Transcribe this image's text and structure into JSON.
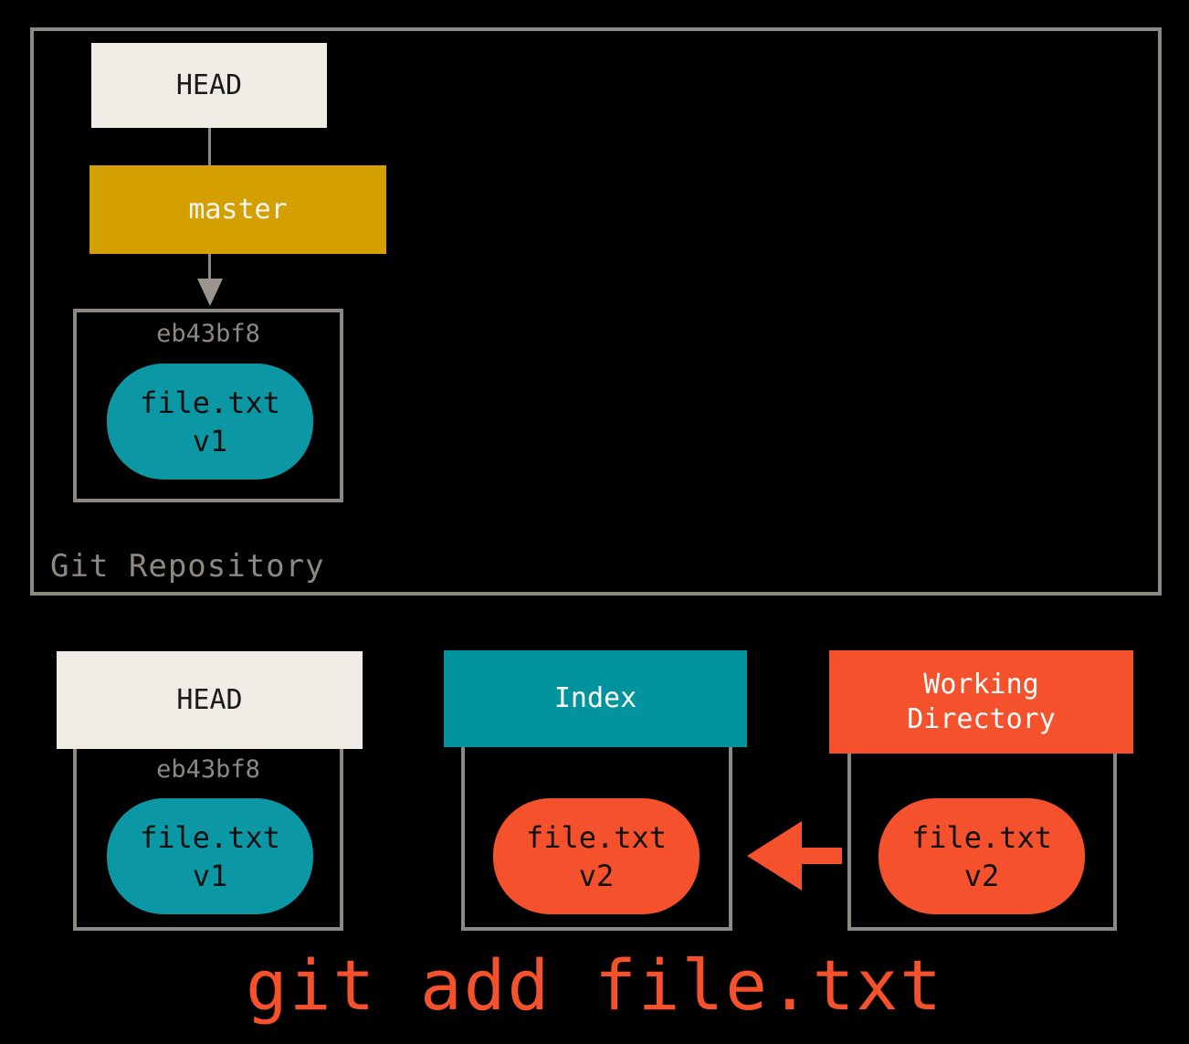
{
  "diagram": {
    "title": "git add file.txt",
    "repository": {
      "label": "Git Repository",
      "head_label": "HEAD",
      "branch_label": "master",
      "commit": {
        "hash": "eb43bf8",
        "blob": {
          "filename": "file.txt",
          "version": "v1"
        }
      }
    },
    "stages": {
      "head": {
        "label": "HEAD",
        "hash": "eb43bf8",
        "blob": {
          "filename": "file.txt",
          "version": "v1"
        }
      },
      "index": {
        "label": "Index",
        "blob": {
          "filename": "file.txt",
          "version": "v2"
        }
      },
      "working_directory": {
        "label": "Working\nDirectory",
        "blob": {
          "filename": "file.txt",
          "version": "v2"
        }
      }
    },
    "command": "git add file.txt"
  },
  "colors": {
    "background": "#000000",
    "border_gray": "#8d8880",
    "head_cream": "#eeece4",
    "master_gold": "#d4a000",
    "index_teal": "#01949e",
    "blob_teal": "#0b97a4",
    "accent_orange": "#f4512c"
  }
}
